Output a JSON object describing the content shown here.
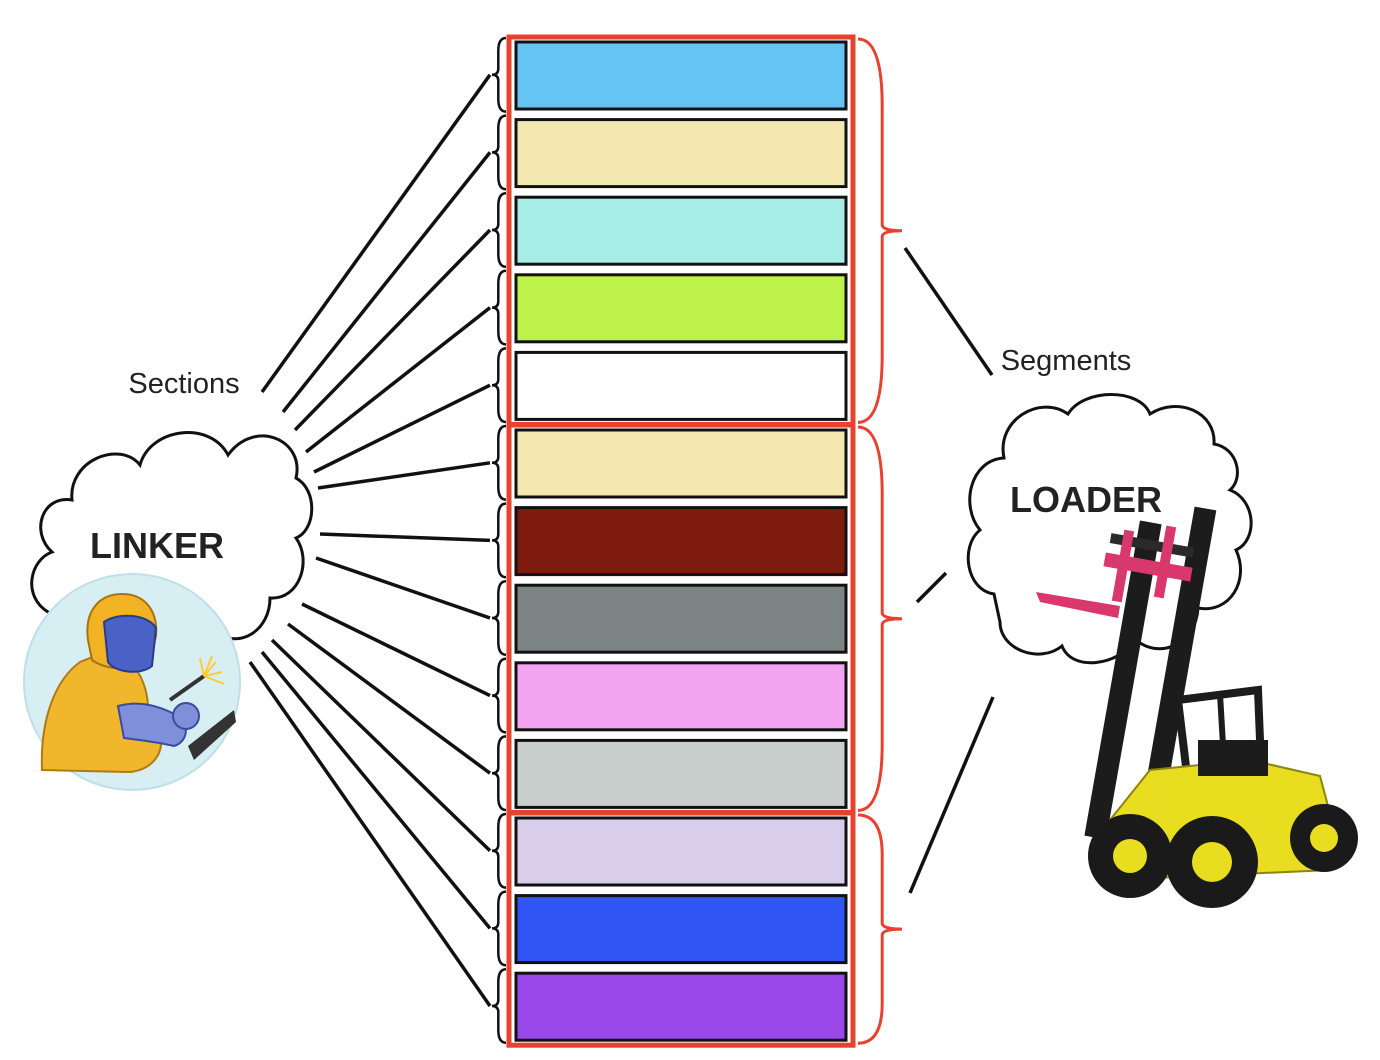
{
  "labels": {
    "sections": "Sections",
    "segments": "Segments",
    "linker": "LINKER",
    "loader": "LOADER"
  },
  "icons": {
    "linker_person": "welder-icon",
    "loader_vehicle": "forklift-icon"
  },
  "colors": {
    "segment_outline": "#e8412f",
    "brace": "#e8412f",
    "section_outline": "#111111",
    "connector": "#111111"
  },
  "sections": [
    {
      "color": "#66c4f5"
    },
    {
      "color": "#f2e8b0"
    },
    {
      "color": "#a6ede8"
    },
    {
      "color": "#bdf24a"
    },
    {
      "color": "#ffffff"
    },
    {
      "color": "#f2e8b0"
    },
    {
      "color": "#7d1b0e"
    },
    {
      "color": "#7c8584"
    },
    {
      "color": "#f3a3ef"
    },
    {
      "color": "#c8cfcc"
    },
    {
      "color": "#d9cdec"
    },
    {
      "color": "#2f55f5"
    },
    {
      "color": "#9b48eb"
    }
  ],
  "segments": [
    {
      "sections": 5
    },
    {
      "sections": 5
    },
    {
      "sections": 3
    }
  ]
}
